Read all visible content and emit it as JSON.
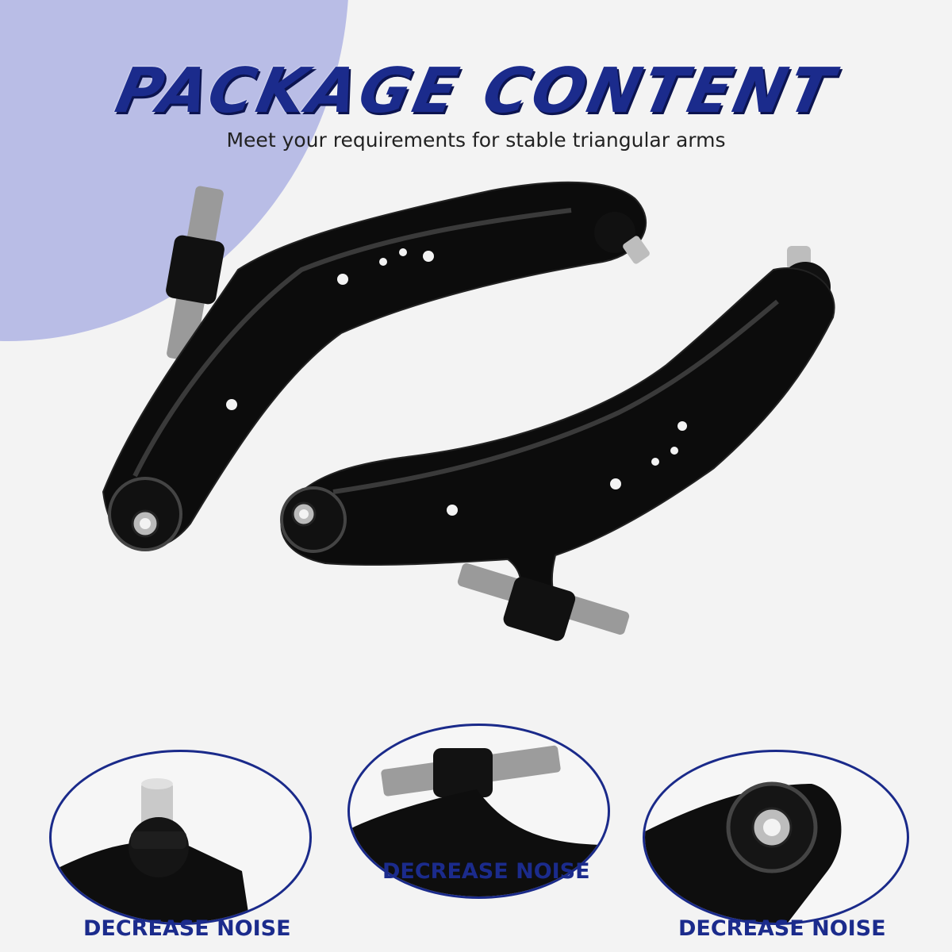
{
  "header": {
    "title": "PACKAGE CONTENT",
    "subtitle": "Meet your requirements for stable triangular arms"
  },
  "details": [
    {
      "id": "ball-joint",
      "caption": "DECREASE NOISE",
      "icon": "ball-joint-closeup"
    },
    {
      "id": "rear-bushing",
      "caption": "DECREASE NOISE",
      "icon": "rear-bushing-closeup"
    },
    {
      "id": "front-bushing",
      "caption": "DECREASE NOISE",
      "icon": "front-bushing-closeup"
    }
  ],
  "colors": {
    "accent": "#1b2b8c",
    "background": "#f3f3f3",
    "corner": "#b9bde6",
    "arm": "#0c0c0c"
  }
}
